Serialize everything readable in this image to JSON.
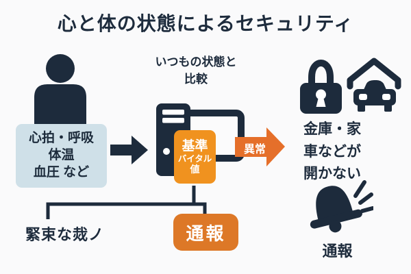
{
  "title": "心と体の状態によるセキュリティ",
  "colors": {
    "background": "#fafafb",
    "navy": "#1d2b3c",
    "vitals_box_bg": "#cfe0e8",
    "baseline_box_orange": "#f0921f",
    "abnormal_arrow_orange": "#e56f2a",
    "report_button_orange": "#dd7827"
  },
  "left": {
    "person_icon": "person-icon",
    "vitals_box": {
      "lines": [
        "心拍・呼吸",
        "体温",
        "血圧 など"
      ]
    }
  },
  "center": {
    "caption_line1": "いつもの状態と",
    "caption_line2": "比較",
    "computer_icon": "computer-icon",
    "baseline_box": {
      "line1": "基準",
      "line2": "バイタル",
      "line3": "値"
    },
    "abnormal_arrow_label": "異常"
  },
  "right": {
    "padlock_icon": "padlock-icon",
    "garage_car_icon": "garage-car-icon",
    "result_lines": [
      "金庫・家",
      "車などが",
      "開かない"
    ],
    "bell_icon": "alarm-bell-icon",
    "bell_label": "通報"
  },
  "bottom": {
    "emergency_label": "緊束な烖ノ",
    "report_button_label": "通報"
  }
}
